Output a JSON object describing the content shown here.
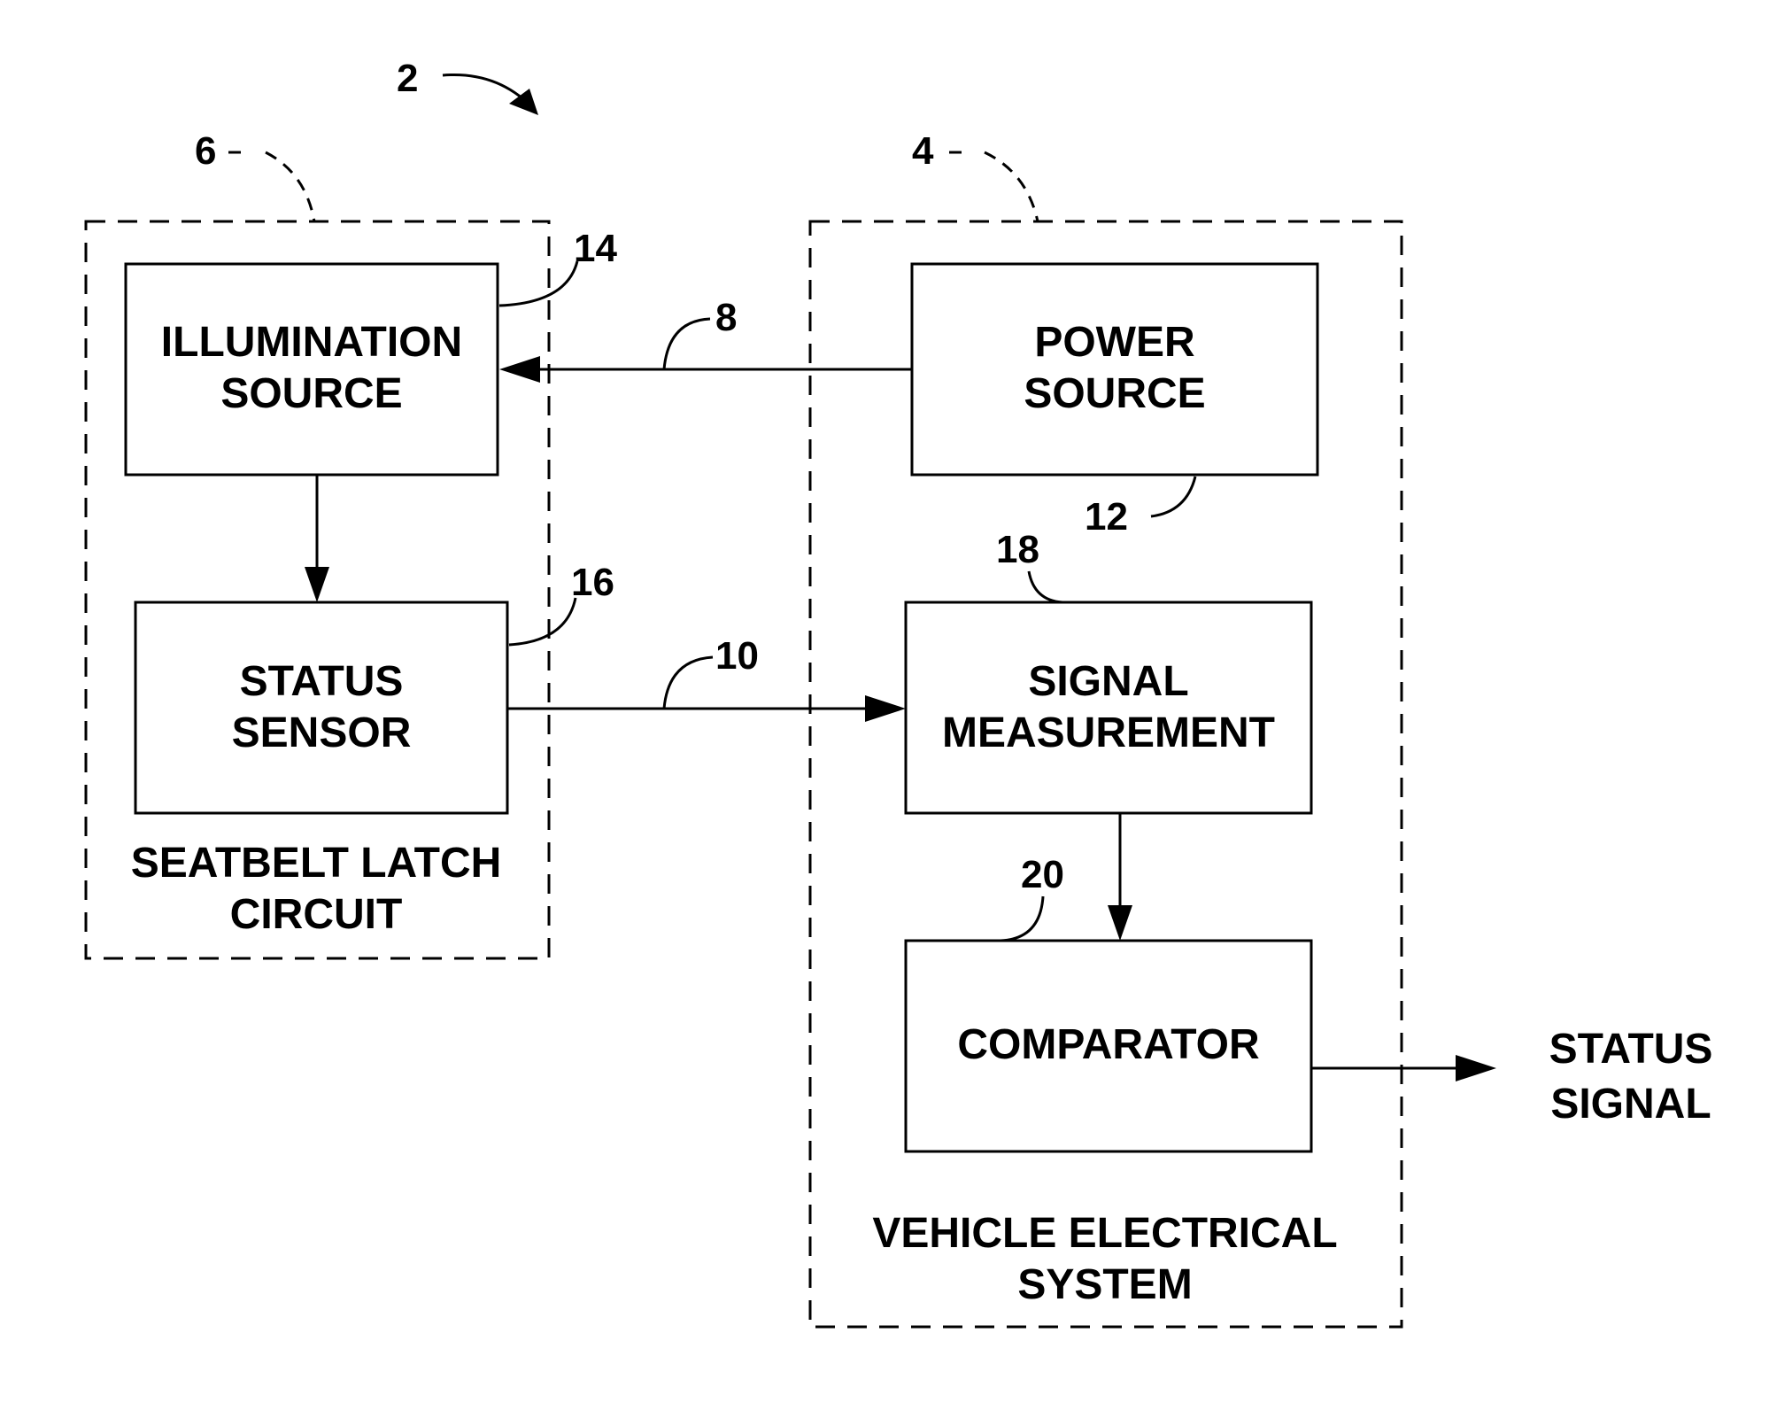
{
  "refs": {
    "system": "2",
    "vehicle_system": "4",
    "latch_circuit": "6",
    "power_line": "8",
    "signal_line": "10",
    "power_source": "12",
    "illumination_source": "14",
    "status_sensor": "16",
    "signal_measurement": "18",
    "comparator": "20"
  },
  "boxes": {
    "illumination_source": [
      "ILLUMINATION",
      "SOURCE"
    ],
    "status_sensor": [
      "STATUS",
      "SENSOR"
    ],
    "power_source": [
      "POWER",
      "SOURCE"
    ],
    "signal_measurement": [
      "SIGNAL",
      "MEASUREMENT"
    ],
    "comparator": [
      "COMPARATOR"
    ]
  },
  "groups": {
    "latch_circuit": [
      "SEATBELT LATCH",
      "CIRCUIT"
    ],
    "vehicle_system": [
      "VEHICLE ELECTRICAL",
      "SYSTEM"
    ]
  },
  "output": [
    "STATUS",
    "SIGNAL"
  ]
}
